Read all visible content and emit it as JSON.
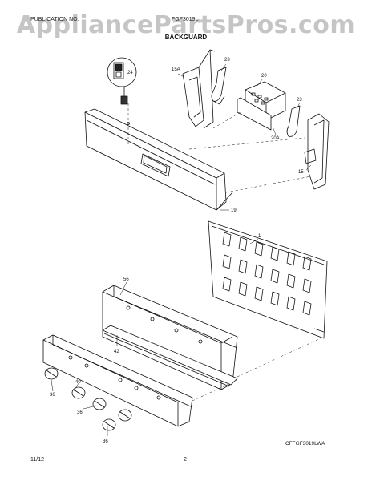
{
  "watermark": "AppliancePartsPros.com",
  "header": {
    "left": "PUBLICATION NO.",
    "right": "FGF3019L"
  },
  "title": "BACKGUARD",
  "callouts": {
    "c24": "24",
    "c15a": "15A",
    "c23a": "23",
    "c20": "20",
    "c20a": "20A",
    "c23b": "23",
    "c15": "15",
    "c19": "19",
    "c1": "1",
    "c56": "56",
    "c42": "42",
    "c40": "40",
    "c36a": "36",
    "c36b": "36",
    "c36c": "36"
  },
  "figure_code": "CFFGF3019LWA",
  "footer": {
    "date": "11/12",
    "page": "2"
  }
}
